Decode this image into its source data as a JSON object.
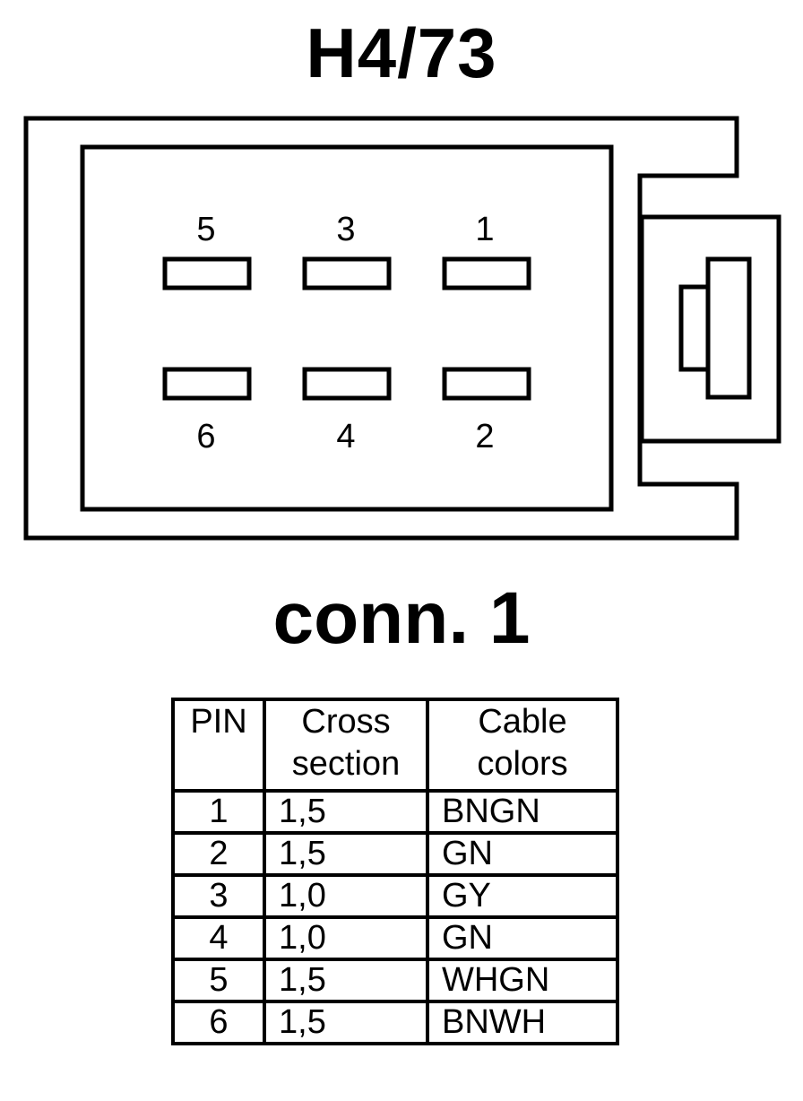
{
  "title": "H4/73",
  "connector_name": "conn. 1",
  "pin_labels": {
    "top_row": [
      "5",
      "3",
      "1"
    ],
    "bottom_row": [
      "6",
      "4",
      "2"
    ]
  },
  "table": {
    "headers": {
      "pin": "PIN",
      "cross": [
        "Cross",
        "section"
      ],
      "color": [
        "Cable",
        "colors"
      ]
    },
    "rows": [
      {
        "pin": "1",
        "cross": "1,5",
        "color": "BNGN"
      },
      {
        "pin": "2",
        "cross": "1,5",
        "color": "GN"
      },
      {
        "pin": "3",
        "cross": "1,0",
        "color": "GY"
      },
      {
        "pin": "4",
        "cross": "1,0",
        "color": "GN"
      },
      {
        "pin": "5",
        "cross": "1,5",
        "color": "WHGN"
      },
      {
        "pin": "6",
        "cross": "1,5",
        "color": "BNWH"
      }
    ]
  }
}
